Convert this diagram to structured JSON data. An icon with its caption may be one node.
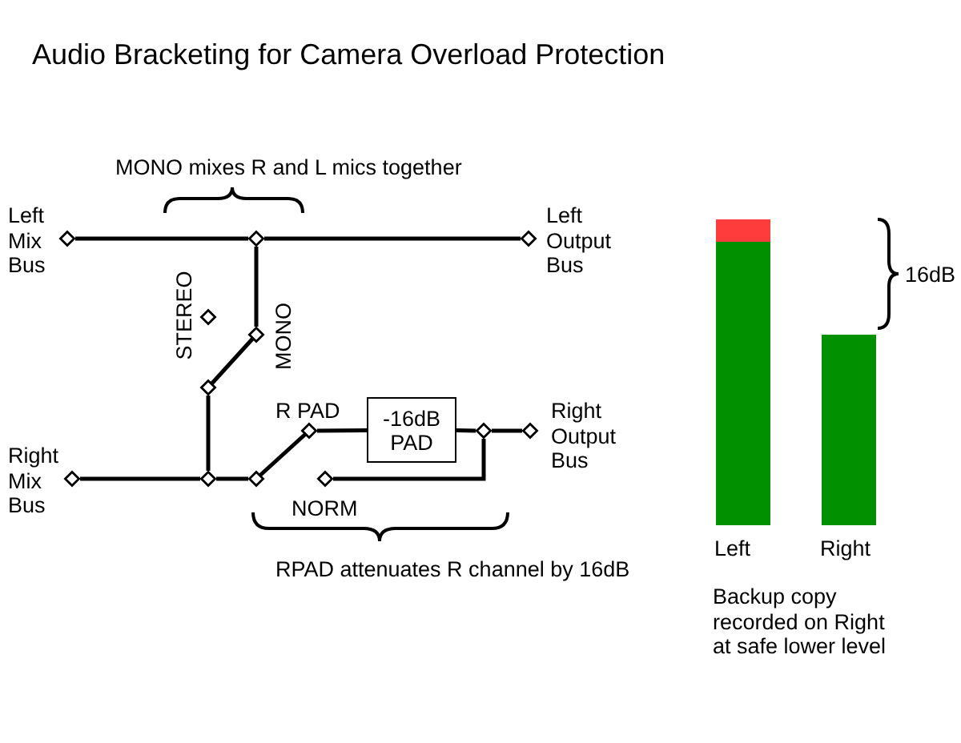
{
  "diagram": {
    "title": "Audio Bracketing for Camera Overload Protection",
    "nodes": [
      {
        "text": [],
        "shape": "diamond",
        "beside": [
          "Left Mix Bus"
        ]
      },
      {
        "text": [],
        "shape": "diamond"
      },
      {
        "text": [],
        "shape": "diamond",
        "beside": [
          "Left Output Bus"
        ]
      },
      {
        "text": [],
        "shape": "diamond",
        "beside": [
          "STEREO"
        ]
      },
      {
        "text": [],
        "shape": "diamond",
        "beside": [
          "MONO"
        ]
      },
      {
        "text": [],
        "shape": "diamond"
      },
      {
        "text": [],
        "shape": "diamond",
        "beside": [
          "Right Mix Bus"
        ]
      },
      {
        "text": [],
        "shape": "diamond"
      },
      {
        "text": [],
        "shape": "diamond"
      },
      {
        "text": [],
        "shape": "diamond",
        "beside": [
          "R PAD"
        ]
      },
      {
        "text": [
          "-16dB PAD"
        ]
      },
      {
        "text": [],
        "shape": "diamond"
      },
      {
        "text": [],
        "shape": "diamond",
        "beside": [
          "Right Output Bus"
        ]
      },
      {
        "text": [],
        "shape": "diamond",
        "beside": [
          "NORM"
        ]
      }
    ],
    "edges": [
      {
        "from": 0,
        "to": 1,
        "arrow": "none"
      },
      {
        "from": 1,
        "to": 2,
        "arrow": "none"
      },
      {
        "from": 1,
        "to": 4,
        "arrow": "none"
      },
      {
        "from": 5,
        "to": 4,
        "arrow": "none"
      },
      {
        "from": 5,
        "to": 7,
        "arrow": "none"
      },
      {
        "from": 6,
        "to": 7,
        "arrow": "none"
      },
      {
        "from": 7,
        "to": 8,
        "arrow": "none"
      },
      {
        "from": 8,
        "to": 9,
        "arrow": "none"
      },
      {
        "from": 9,
        "to": 10,
        "arrow": "none"
      },
      {
        "from": 10,
        "to": 11,
        "arrow": "none"
      },
      {
        "from": 11,
        "to": 12,
        "arrow": "none"
      },
      {
        "from": 11,
        "to": 13,
        "arrow": "none"
      }
    ],
    "labels": [
      "MONO mixes R and L mics together",
      "16dB",
      "RPAD attenuates R channel by 16dB",
      "Left",
      "Right",
      "Backup copy recorded on Right at safe lower level"
    ]
  }
}
